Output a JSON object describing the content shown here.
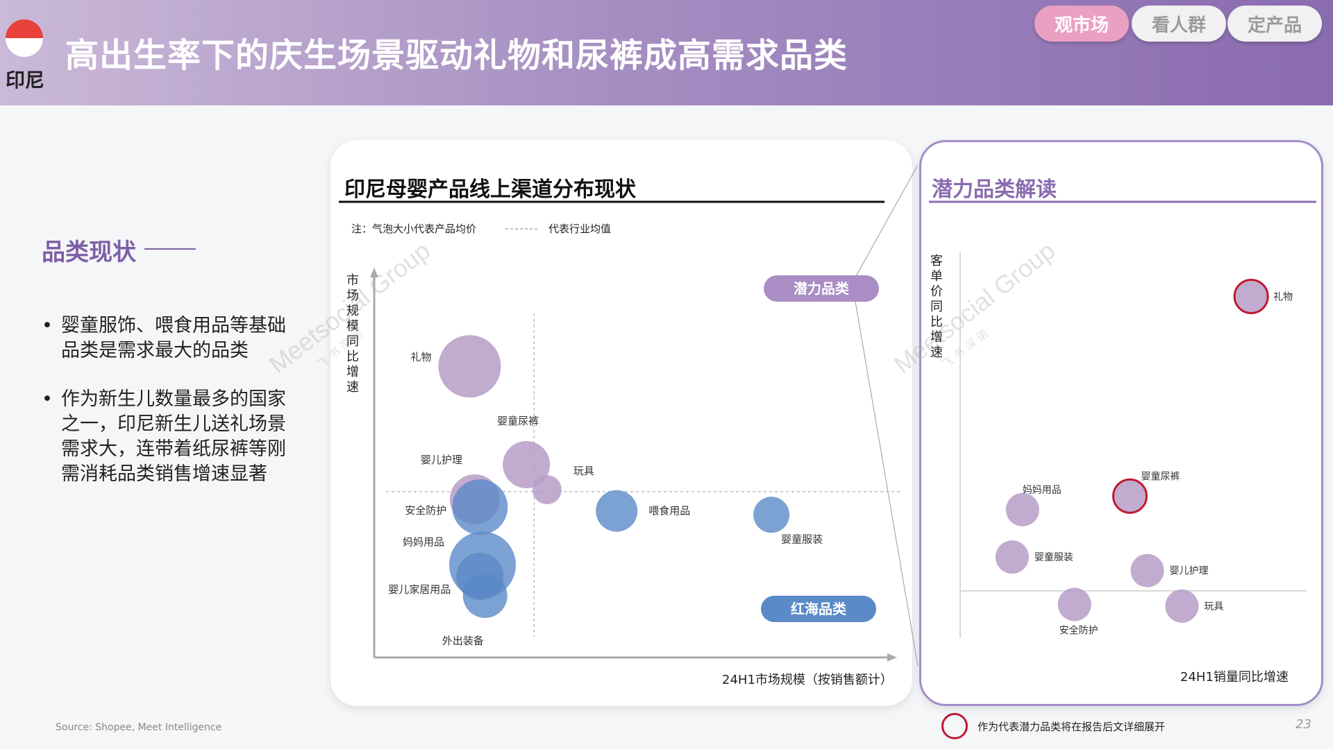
{
  "header": {
    "country": "印尼",
    "title": "高出生率下的庆生场景驱动礼物和尿裤成高需求品类",
    "nav": [
      "观市场",
      "看人群",
      "定产品"
    ],
    "active_nav": "观市场",
    "flag_colors": [
      "#e8413a",
      "#ffffff"
    ]
  },
  "left": {
    "heading": "品类现状",
    "bullets": [
      "婴童服饰、喂食用品等基础品类是需求最大的品类",
      "作为新生儿数量最多的国家之一，印尼新生儿送礼场景需求大，连带着纸尿裤等刚需消耗品类销售增速显著"
    ]
  },
  "colors": {
    "accent_purple": "#7e5fa6",
    "bubble_purple": "#b69cc6",
    "bubble_blue": "#5b8ac8",
    "highlight_red": "#c0182f",
    "badge_purple": "#a98dc4",
    "badge_blue": "#5b8ac8"
  },
  "main_card": {
    "title": "印尼母婴产品线上渠道分布现状",
    "note": "注：气泡大小代表产品均价",
    "avg_line_label": "代表行业均值",
    "badge_potential": "潜力品类",
    "badge_redsea": "红海品类",
    "watermark": "Meetsocial Group",
    "watermark_sub": "飞  书  深  诺"
  },
  "right_card": {
    "title": "潜力品类解读"
  },
  "footer": {
    "source": "Source: Shopee, Meet Intelligence",
    "legend_text": "作为代表潜力品类将在报告后文详细展开",
    "page_number": "23"
  },
  "chart_data": [
    {
      "type": "scatter",
      "subtype": "bubble",
      "xlabel": "24H1市场规模（按销售额计）",
      "ylabel": "市场规模同比增速",
      "xlim": [
        0,
        100
      ],
      "ylim": [
        0,
        100
      ],
      "avg_x": 31,
      "avg_y": 43,
      "grid": false,
      "points": [
        {
          "label": "礼物",
          "x": 18.5,
          "y": 75.5,
          "size": 45,
          "color": "purple"
        },
        {
          "label": "婴童尿裤",
          "x": 29.5,
          "y": 50,
          "size": 34,
          "color": "purple"
        },
        {
          "label": "玩具",
          "x": 33.5,
          "y": 43.5,
          "size": 21,
          "color": "purple"
        },
        {
          "label": "婴儿护理",
          "x": 19.5,
          "y": 41,
          "size": 36,
          "color": "purple"
        },
        {
          "label": "安全防护",
          "x": 20.5,
          "y": 39,
          "size": 40,
          "color": "blue"
        },
        {
          "label": "喂食用品",
          "x": 47,
          "y": 38,
          "size": 30,
          "color": "blue"
        },
        {
          "label": "婴童服装",
          "x": 77,
          "y": 37,
          "size": 26,
          "color": "blue"
        },
        {
          "label": "妈妈用品",
          "x": 21,
          "y": 24,
          "size": 48,
          "color": "blue"
        },
        {
          "label": "婴儿家居用品",
          "x": 20.5,
          "y": 21,
          "size": 34,
          "color": "blue"
        },
        {
          "label": "外出装备",
          "x": 21.5,
          "y": 16,
          "size": 32,
          "color": "blue"
        }
      ]
    },
    {
      "type": "scatter",
      "xlabel": "24H1销量同比增速",
      "ylabel": "客单价同比增速",
      "xlim": [
        0,
        100
      ],
      "ylim": [
        0,
        100
      ],
      "points": [
        {
          "label": "礼物",
          "x": 84,
          "y": 87,
          "highlight": true
        },
        {
          "label": "婴童尿裤",
          "x": 49,
          "y": 28,
          "highlight": true
        },
        {
          "label": "妈妈用品",
          "x": 18,
          "y": 24,
          "highlight": false
        },
        {
          "label": "婴童服装",
          "x": 15,
          "y": 10,
          "highlight": false
        },
        {
          "label": "婴儿护理",
          "x": 54,
          "y": 6,
          "highlight": false
        },
        {
          "label": "安全防护",
          "x": 33,
          "y": -4,
          "highlight": false
        },
        {
          "label": "玩具",
          "x": 64,
          "y": -4.5,
          "highlight": false
        }
      ]
    }
  ]
}
